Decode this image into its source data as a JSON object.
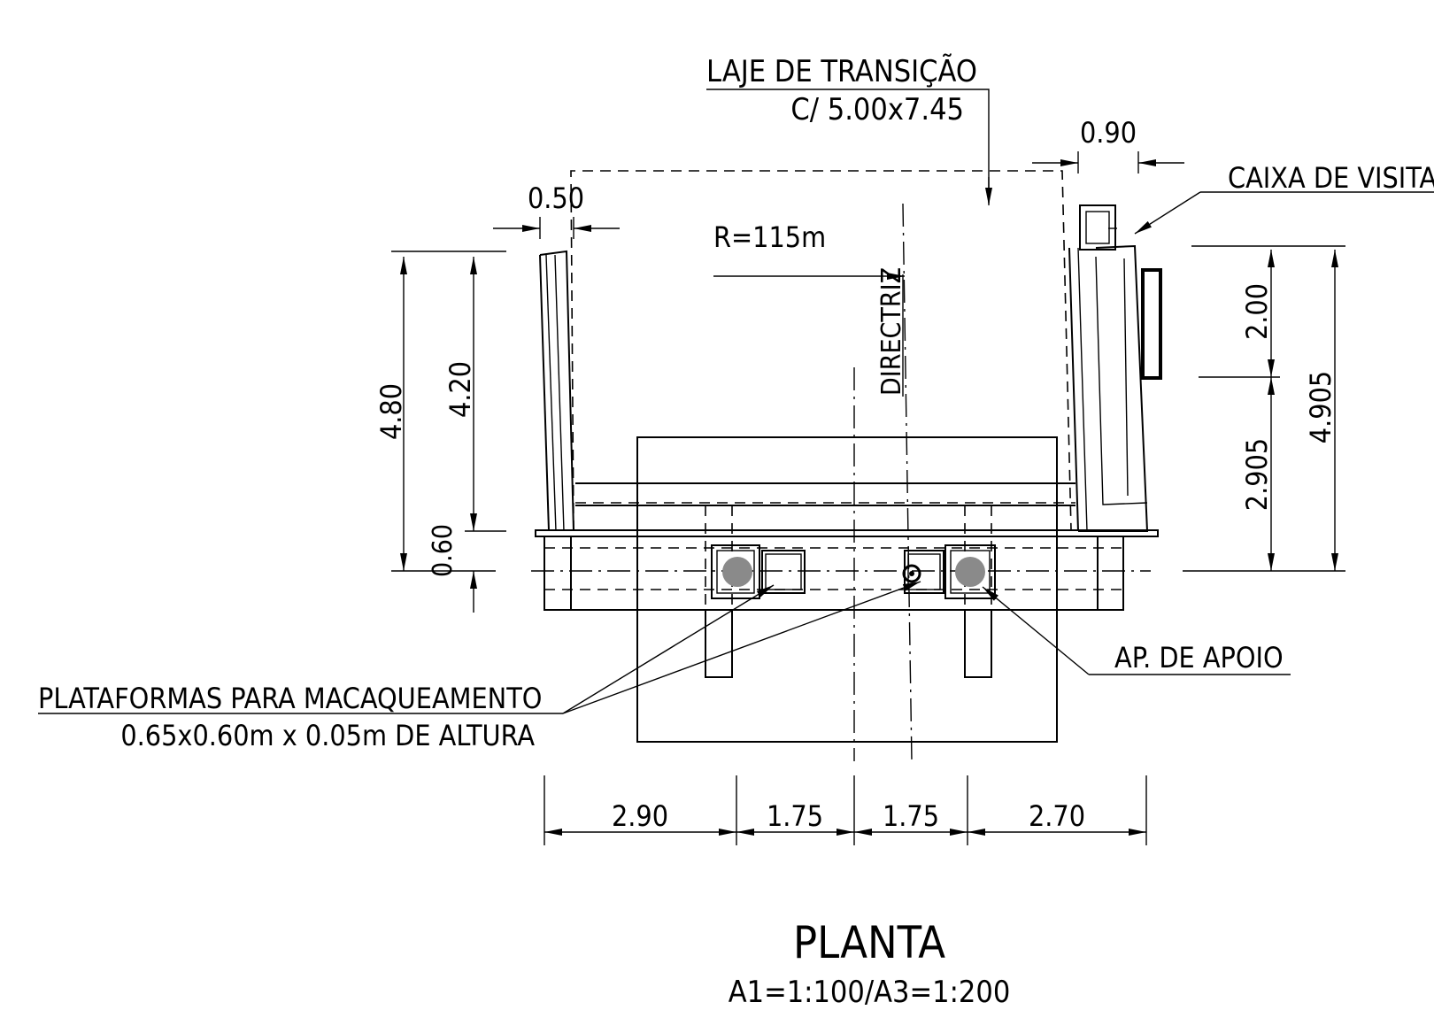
{
  "drawing": {
    "title": "PLANTA",
    "scale": "A1=1:100/A3=1:200",
    "labels": {
      "laje_line1": "LAJE DE TRANSIÇÃO",
      "laje_line2": "C/ 5.00x7.45",
      "radius": "R=115m",
      "directriz": "DIRECTRIZ",
      "caixa": "CAIXA DE VISITA",
      "apoio": "AP. DE APOIO",
      "plataformas_line1": "PLATAFORMAS PARA MACAQUEAMENTO",
      "plataformas_line2": "0.65x0.60m x 0.05m DE ALTURA"
    },
    "dimensions": {
      "top_left": "0.50",
      "top_right": "0.90",
      "left_outer": "4.80",
      "left_inner": "4.20",
      "left_bottom": "0.60",
      "right_upper": "2.00",
      "right_lower": "2.905",
      "right_total": "4.905",
      "bottom": [
        "2.90",
        "1.75",
        "1.75",
        "2.70"
      ]
    },
    "colors": {
      "line": "#000000",
      "bearing_fill": "#8a8a8a",
      "background": "#ffffff"
    }
  }
}
